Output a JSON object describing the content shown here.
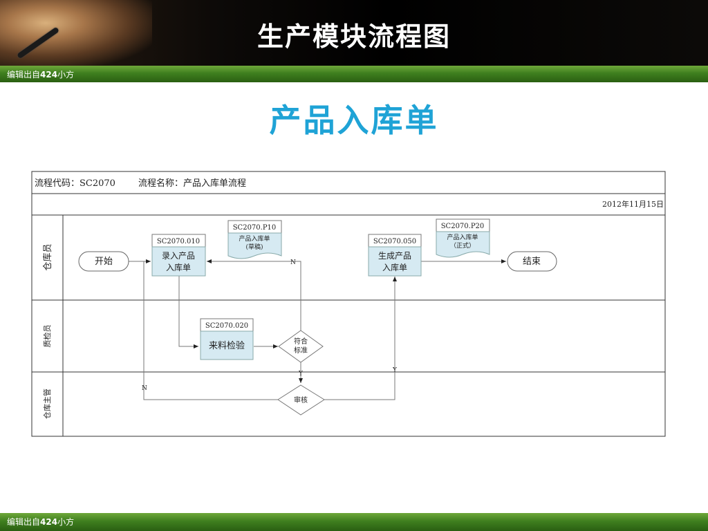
{
  "slide": {
    "title": "生产模块流程图",
    "subtitle": "产品入库单",
    "footer_label_prefix": "编辑出自",
    "footer_label_number": "424",
    "footer_label_suffix": "小方"
  },
  "flowchart": {
    "code_label": "流程代码：SC2070",
    "name_label": "流程名称：产品入库单流程",
    "date": "2012年11月15日",
    "lanes": [
      "仓库员",
      "质检员",
      "仓库主管"
    ],
    "start": "开始",
    "end": "结束",
    "steps": [
      {
        "code": "SC2070.010",
        "line1": "录入产品",
        "line2": "入库单"
      },
      {
        "code": "SC2070.020",
        "line1": "来料检验",
        "line2": ""
      },
      {
        "code": "SC2070.050",
        "line1": "生成产品",
        "line2": "入库单"
      }
    ],
    "documents": [
      {
        "code": "SC2070.P10",
        "line1": "产品入库单",
        "line2": "(草稿)"
      },
      {
        "code": "SC2070.P20",
        "line1": "产品入库单",
        "line2": "（正式）"
      }
    ],
    "decisions": [
      {
        "line1": "符合",
        "line2": "标准"
      },
      {
        "line1": "审核",
        "line2": ""
      }
    ],
    "edge_labels": {
      "no": "N",
      "yes": "Y"
    },
    "colors": {
      "process_fill": "#d6eaf2",
      "title_blue": "#1fa3d6",
      "header_green": "#3f7f1f"
    }
  }
}
